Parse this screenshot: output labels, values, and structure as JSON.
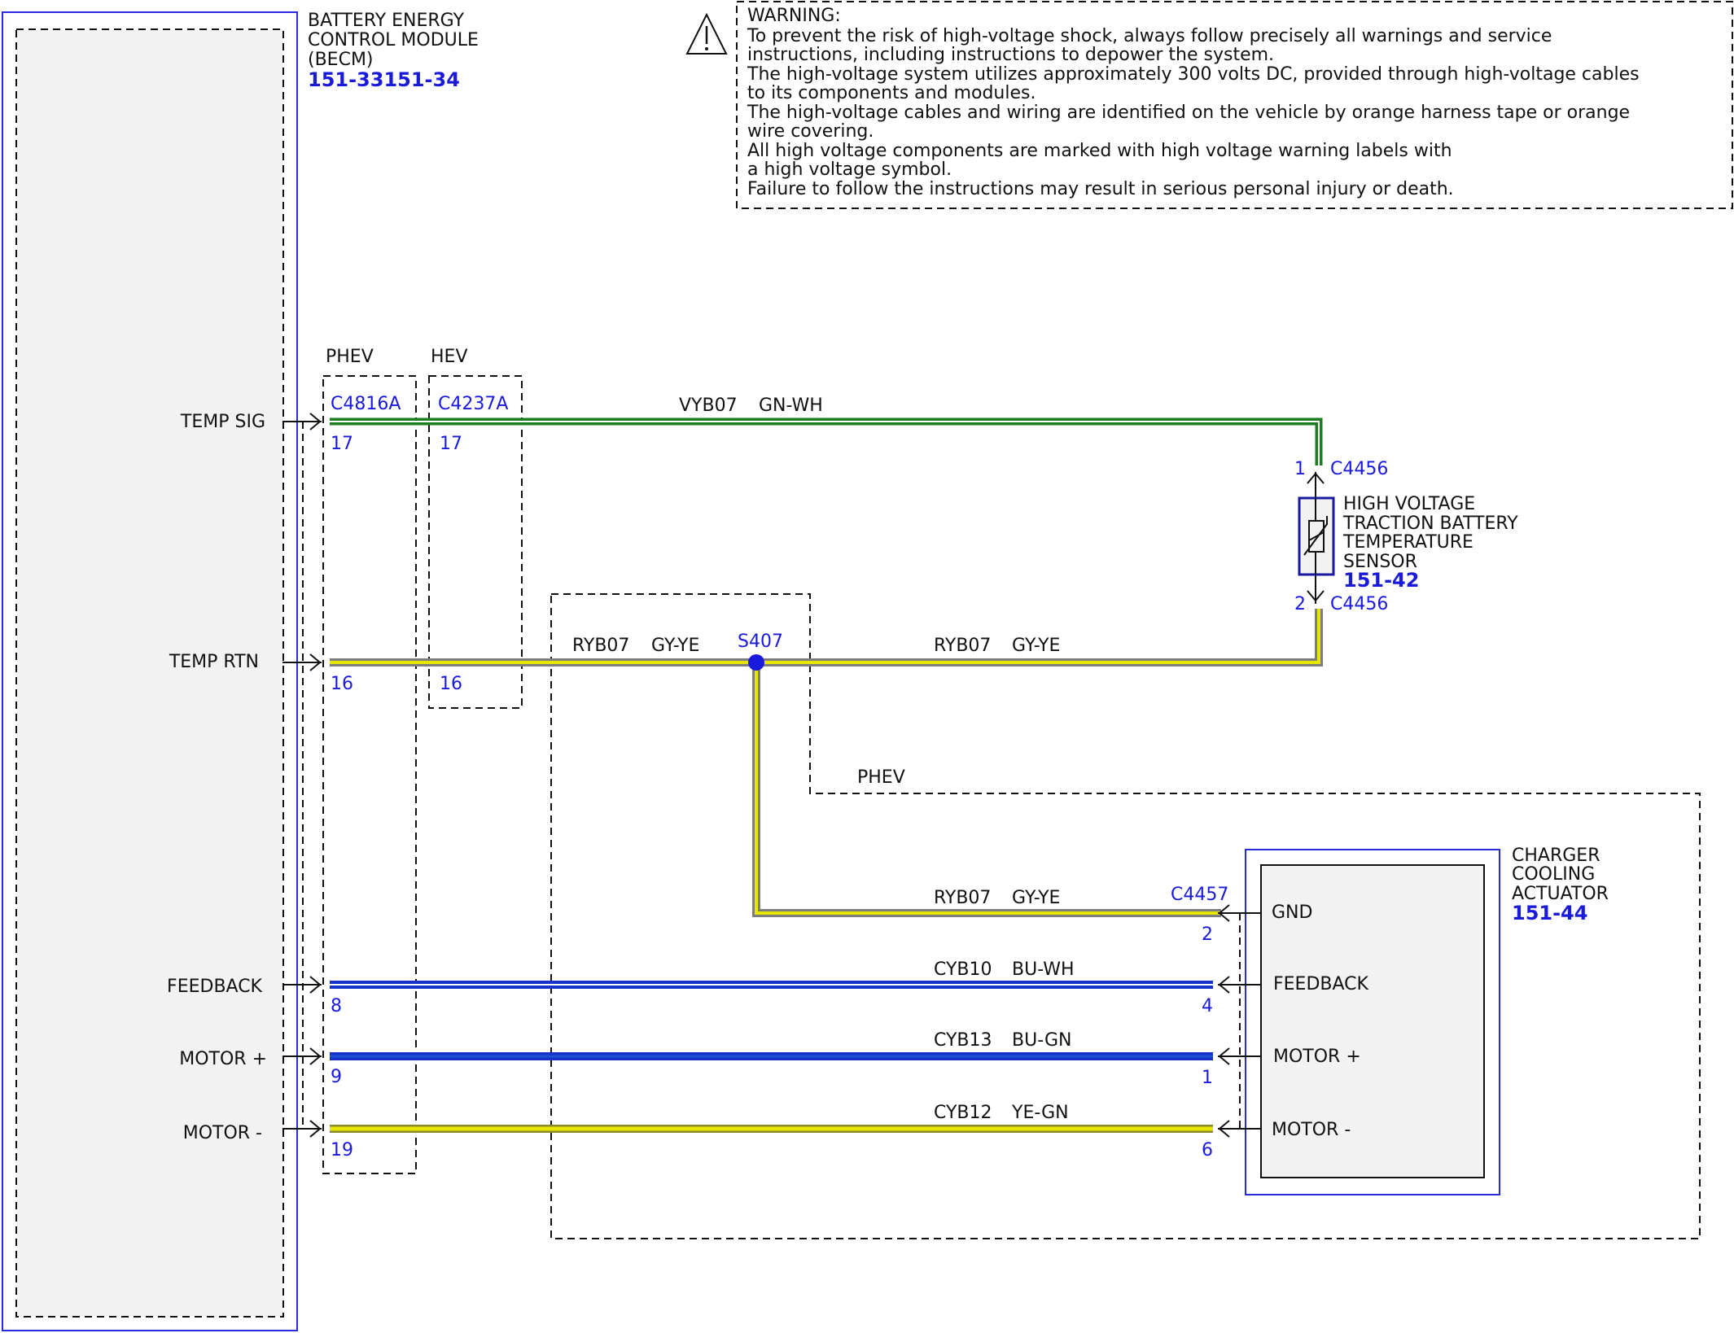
{
  "warning": {
    "title": "WARNING:",
    "lines": [
      "To prevent the risk of high-voltage shock, always follow precisely all warnings and service",
      "instructions, including instructions to depower the system.",
      "The high-voltage system utilizes approximately 300 volts DC, provided through high-voltage cables",
      "to its components and modules.",
      "The high-voltage cables and wiring are identified on the vehicle by orange harness tape or orange",
      "wire covering.",
      "All high voltage components are marked with high voltage warning labels with",
      "a high voltage symbol.",
      "Failure to follow the instructions may result in serious personal injury or death."
    ],
    "icon": "warning-triangle-icon"
  },
  "becm": {
    "name_lines": [
      "BATTERY ENERGY",
      "CONTROL MODULE",
      "(BECM)"
    ],
    "ref": "151-33151-34",
    "pins": {
      "temp_sig": "TEMP SIG",
      "temp_rtn": "TEMP RTN",
      "feedback": "FEEDBACK",
      "motor_plus": "MOTOR +",
      "motor_minus": "MOTOR -"
    }
  },
  "variants": {
    "phev": "PHEV",
    "hev": "HEV",
    "phev_lower": "PHEV"
  },
  "connectors": {
    "c4816a": {
      "name": "C4816A",
      "pins": {
        "temp_sig": "17",
        "temp_rtn": "16",
        "feedback": "8",
        "motor_plus": "9",
        "motor_minus": "19"
      }
    },
    "c4237a": {
      "name": "C4237A",
      "pins": {
        "temp_sig": "17",
        "temp_rtn": "16"
      }
    },
    "c4456": {
      "name": "C4456",
      "pin_top": "1",
      "pin_bottom": "2"
    },
    "c4457": {
      "name": "C4457",
      "pins": {
        "gnd": "2",
        "feedback": "4",
        "motor_plus": "1",
        "motor_minus": "6"
      }
    }
  },
  "splice": {
    "name": "S407"
  },
  "wires": {
    "temp_sig": {
      "circuit": "VYB07",
      "color": "GN-WH"
    },
    "temp_rtn_left": {
      "circuit": "RYB07",
      "color": "GY-YE"
    },
    "temp_rtn_right": {
      "circuit": "RYB07",
      "color": "GY-YE"
    },
    "gnd": {
      "circuit": "RYB07",
      "color": "GY-YE"
    },
    "feedback": {
      "circuit": "CYB10",
      "color": "BU-WH"
    },
    "motor_plus": {
      "circuit": "CYB13",
      "color": "BU-GN"
    },
    "motor_minus": {
      "circuit": "CYB12",
      "color": "YE-GN"
    }
  },
  "sensor": {
    "name_lines": [
      "HIGH VOLTAGE",
      "TRACTION BATTERY",
      "TEMPERATURE",
      "SENSOR"
    ],
    "ref": "151-42",
    "icon": "thermistor-icon"
  },
  "actuator": {
    "name_lines": [
      "CHARGER",
      "COOLING",
      "ACTUATOR"
    ],
    "ref": "151-44",
    "pins": {
      "gnd": "GND",
      "feedback": "FEEDBACK",
      "motor_plus": "MOTOR +",
      "motor_minus": "MOTOR -"
    }
  },
  "colors": {
    "component_outline": "#2a2ae0",
    "label_blue": "#1a1adc",
    "wire_green": "#1e7d1e",
    "wire_gray": "#7d7d7d",
    "wire_yellow": "#e6e600",
    "wire_blue": "#1532c8",
    "wire_white": "#ffffff",
    "component_fill": "#f2f2f2"
  }
}
